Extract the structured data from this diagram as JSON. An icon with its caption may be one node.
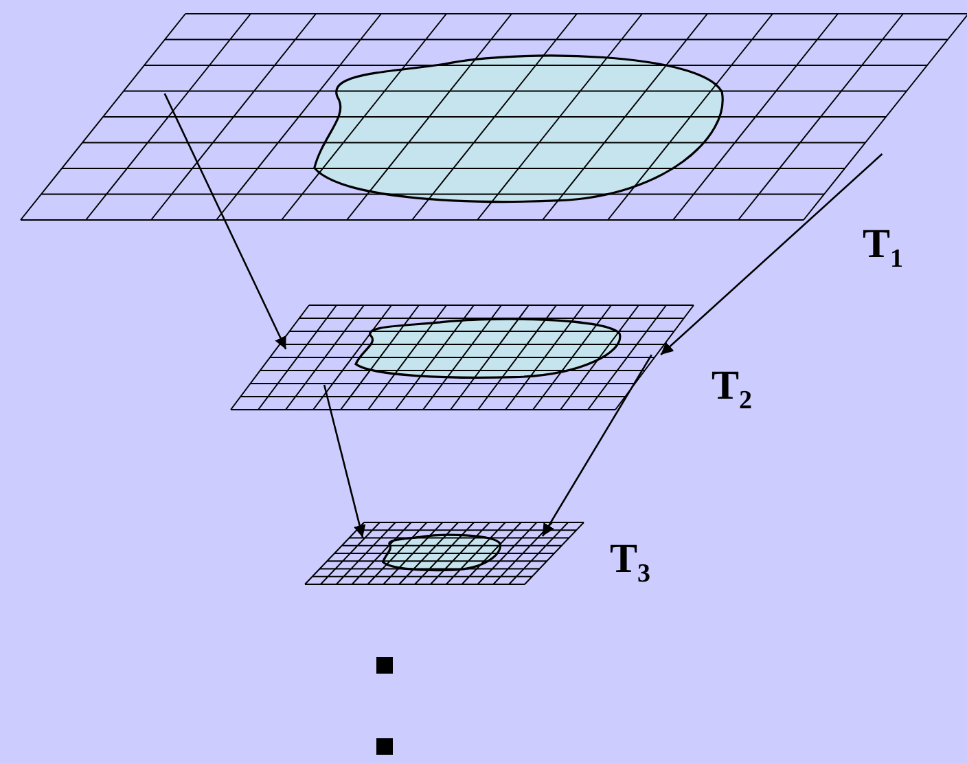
{
  "diagram": {
    "nodes": [
      {
        "text": [],
        "shape": "picture",
        "beside": [
          "T$_{1}$"
        ]
      },
      {
        "text": [],
        "shape": "picture",
        "beside": [
          "T$_{2}$"
        ]
      },
      {
        "text": [],
        "shape": "picture",
        "beside": [
          "T$_{3}$"
        ]
      }
    ],
    "edges": [
      {
        "from": 0,
        "to": 1,
        "arrow": "to"
      },
      {
        "from": 0,
        "to": 1,
        "arrow": "to"
      },
      {
        "from": 1,
        "to": 2,
        "arrow": "to"
      },
      {
        "from": 1,
        "to": 2,
        "arrow": "to"
      }
    ]
  }
}
